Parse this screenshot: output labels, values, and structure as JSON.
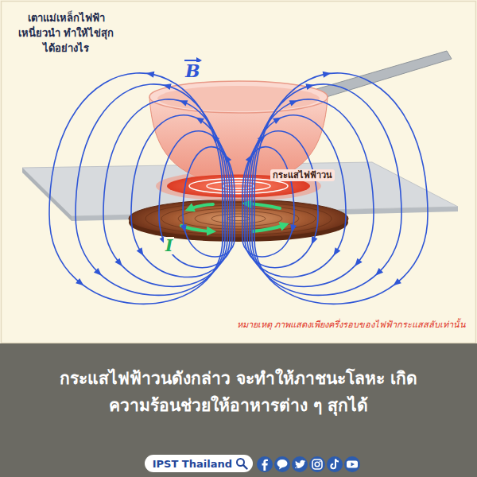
{
  "diagram": {
    "title": "เตาแม่เหล็กไฟฟ้า เหนี่ยวนำ ทำให้ไข่สุก ได้อย่างไร",
    "nodes": [
      {
        "text": [
          "กระแสไฟฟ้าวนดังกล่าว จะทำให้ภาชนะโลหะ เกิดความร้อนช่วยให้อาหารต่าง ๆ สุกได้"
        ]
      },
      {
        "text": [
          "IPST Thailand"
        ],
        "in": 0
      }
    ],
    "labels": [
      "B",
      "กระแสไฟฟ้าวน",
      "I",
      "หมายเหตุ ภาพแสดงเพียงครึ่งรอบของไฟฟ้ากระแสสลับเท่านั้น"
    ]
  }
}
